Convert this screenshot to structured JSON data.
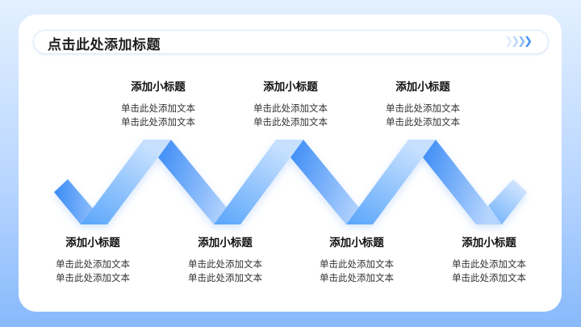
{
  "slide": {
    "title": "点击此处添加标题",
    "title_decoration": "chevron-arrows",
    "colors": {
      "background_top": "#e3f0ff",
      "background_bottom": "#87b9fb",
      "card": "#ffffff",
      "ribbon_dark": "#3e8ef7",
      "ribbon_light": "#c2dcfd",
      "title_text": "#1e1e1e"
    }
  },
  "steps_top": [
    {
      "title": "添加小标题",
      "line1": "单击此处添加文本",
      "line2": "单击此处添加文本"
    },
    {
      "title": "添加小标题",
      "line1": "单击此处添加文本",
      "line2": "单击此处添加文本"
    },
    {
      "title": "添加小标题",
      "line1": "单击此处添加文本",
      "line2": "单击此处添加文本"
    }
  ],
  "steps_bottom": [
    {
      "title": "添加小标题",
      "line1": "单击此处添加文本",
      "line2": "单击此处添加文本"
    },
    {
      "title": "添加小标题",
      "line1": "单击此处添加文本",
      "line2": "单击此处添加文本"
    },
    {
      "title": "添加小标题",
      "line1": "单击此处添加文本",
      "line2": "单击此处添加文本"
    },
    {
      "title": "添加小标题",
      "line1": "单击此处添加文本",
      "line2": "单击此处添加文本"
    }
  ]
}
